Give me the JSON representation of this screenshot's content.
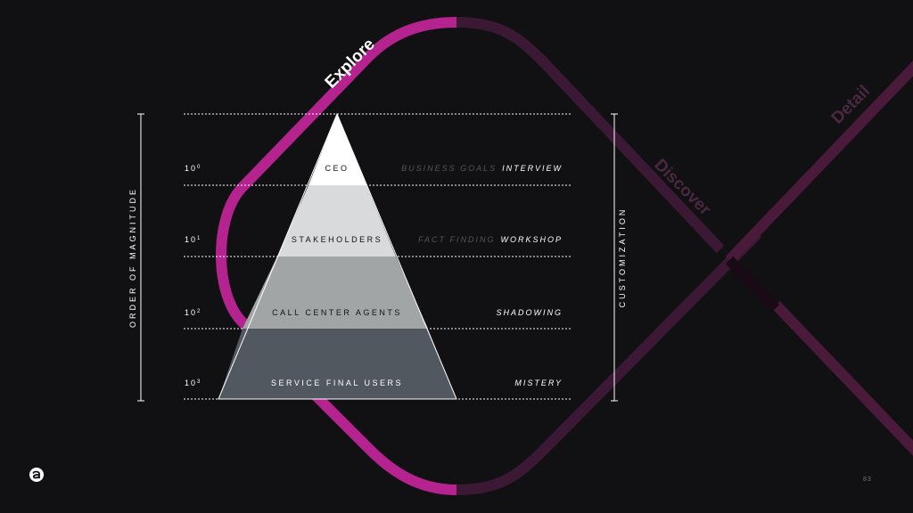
{
  "colors": {
    "background": "#111113",
    "magenta": "#b4238e",
    "magenta_dark": "#4a1a3a",
    "pyramid_tier_1": "#ffffff",
    "pyramid_tier_2": "#d9dadc",
    "pyramid_tier_3": "#a2a5a6",
    "pyramid_tier_4": "#525860",
    "muted_text": "#555559"
  },
  "arc_labels": {
    "explore": "Explore",
    "discover": "Discover",
    "detail": "Detail"
  },
  "axes": {
    "left": "ORDER OF MAGNITUDE",
    "right": "CUSTOMIZATION"
  },
  "tiers": [
    {
      "magnitude": "10",
      "exponent": "0",
      "label": "CEO",
      "method_muted": "BUSINESS GOALS",
      "method": "INTERVIEW"
    },
    {
      "magnitude": "10",
      "exponent": "1",
      "label": "STAKEHOLDERS",
      "method_muted": "FACT FINDING",
      "method": "WORKSHOP"
    },
    {
      "magnitude": "10",
      "exponent": "2",
      "label": "CALL CENTER AGENTS",
      "method_muted": "",
      "method": "SHADOWING"
    },
    {
      "magnitude": "10",
      "exponent": "3",
      "label": "SERVICE FINAL USERS",
      "method_muted": "",
      "method": "MISTERY"
    }
  ],
  "icons": {
    "logo": "brand-logo-icon"
  },
  "page_number": "83"
}
